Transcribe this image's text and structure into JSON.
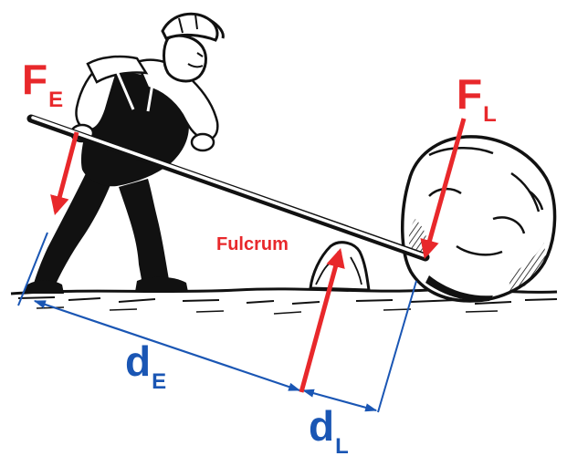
{
  "labels": {
    "effort_force": {
      "main": "F",
      "sub": "E"
    },
    "load_force": {
      "main": "F",
      "sub": "L"
    },
    "fulcrum": "Fulcrum",
    "effort_distance": {
      "main": "d",
      "sub": "E"
    },
    "load_distance": {
      "main": "d",
      "sub": "L"
    }
  },
  "colors": {
    "force_arrows": "#e8282b",
    "distance_lines": "#1a56b4",
    "ink": "#111111"
  }
}
